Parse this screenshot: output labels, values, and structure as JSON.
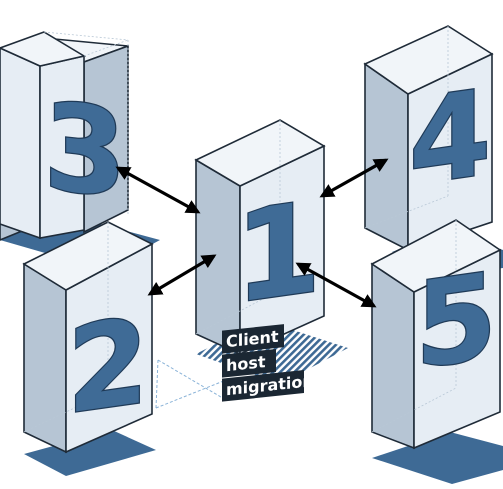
{
  "diagram": {
    "nodes": [
      {
        "id": "server-1",
        "label": "1"
      },
      {
        "id": "server-2",
        "label": "2"
      },
      {
        "id": "server-3",
        "label": "3"
      },
      {
        "id": "server-4",
        "label": "4"
      },
      {
        "id": "server-5",
        "label": "5"
      }
    ],
    "connections": [
      {
        "from": "1",
        "to": "3",
        "direction": "bidirectional"
      },
      {
        "from": "1",
        "to": "2",
        "direction": "bidirectional"
      },
      {
        "from": "1",
        "to": "4",
        "direction": "bidirectional"
      },
      {
        "from": "1",
        "to": "5",
        "direction": "bidirectional"
      }
    ],
    "caption_lines": [
      "Client",
      "host",
      "migration"
    ],
    "colors": {
      "box_face": "#e6edf4",
      "box_side": "#b6c5d4",
      "numeral": "#3f6b96",
      "shadow": "#3e6a95",
      "arrow": "#000000",
      "caption_bg": "#1b2733"
    }
  }
}
